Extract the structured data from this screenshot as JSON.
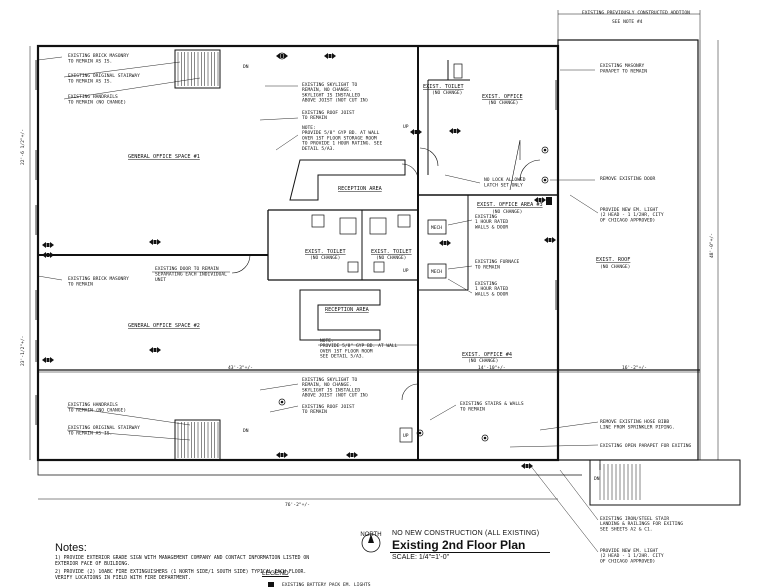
{
  "labels": {
    "addition_title": "EXISTING PREVIOUSLY CONSTRUCTED ADDTION",
    "addition_note": "SEE NOTE #4",
    "brick_masonry_top": [
      "EXISTING BRICK MASONRY",
      "TO REMAIN AS IS."
    ],
    "stairway_top": [
      "EXISTING ORIGINAL STAIRWAY",
      "TO REMAIN AS IS."
    ],
    "handrails_top": [
      "EXISTING HANDRAILS",
      "TO REMAIN (NO CHANGE)"
    ],
    "skylight_top": [
      "EXISTING SKYLIGHT TO",
      "REMAIN, NO CHANGE.",
      "SKYLIGHT IS INSTALLED",
      "ABOVE JOIST (NOT CUT IN)"
    ],
    "roof_joist_top": [
      "EXISTING ROOF JOIST",
      "TO REMAIN"
    ],
    "note_top": [
      "NOTE:",
      "PROVIDE 5/8\" GYP BD. AT WALL",
      "OVER 1ST FLOOR STORAGE ROOM",
      "TO PROVIDE 1 HOUR RATING. SEE",
      "DETAIL 5/A3."
    ],
    "masonry_parapet": [
      "EXISTING MASONRY",
      "PARAPET TO REMAIN"
    ],
    "remove_door": "REMOVE EXISTING DOOR",
    "no_lock": [
      "NO LOCK ALLOWED",
      "LATCH SET ONLY"
    ],
    "one_hour_top": [
      "EXISTING",
      "1 HOUR RATED",
      "WALLS & DOOR"
    ],
    "em_light_top": [
      "PROVIDE NEW EM. LIGHT",
      "(2 HEAD - 1 1/2HR, CITY",
      "OF CHICAGO APPROVED)"
    ],
    "brick_masonry_mid": [
      "EXISTING BRICK MASONRY",
      "TO REMAIN"
    ],
    "door_remain": [
      "EXISTING DOOR TO REMAIN",
      "SEPARATING EACH INDIVIDUAL",
      "UNIT"
    ],
    "furnace": [
      "EXISTING FURNACE",
      "TO REMAIN"
    ],
    "one_hour_mid": [
      "EXISTING",
      "1 HOUR RATED",
      "WALLS & DOOR"
    ],
    "note_mid": [
      "NOTE:",
      "PROVIDE 5/8\" GYP BD. AT WALL",
      "OVER 1ST FLOOR ROOM",
      "SEE DETAIL 5/A3."
    ],
    "skylight_bot": [
      "EXISTING SKYLIGHT TO",
      "REMAIN, NO CHANGE.",
      "SKYLIGHT IS INSTALLED",
      "ABOVE JOIST (NOT CUT IN)"
    ],
    "roof_joist_bot": [
      "EXISTING ROOF JOIST",
      "TO REMAIN"
    ],
    "stairs_walls": [
      "EXISTING STAIRS & WALLS",
      "TO REMAIN"
    ],
    "hose_bibb": [
      "REMOVE EXISTING HOSE BIBB",
      "LINE FROM SPRINKLER PIPING."
    ],
    "open_parapet": "EXISTING OPEN PARAPET FOR EXITING",
    "handrails_bot": [
      "EXISTING HANDRAILS",
      "TO REMAIN (NO CHANGE)"
    ],
    "stairway_bot": [
      "EXISTING ORIGINAL STAIRWAY",
      "TO REMAIN AS IS."
    ],
    "iron_stair": [
      "EXISTING IRON/STEEL STAIR",
      "LANDING & RAILINGS FOR EXITING",
      "SEE SHEETS A2 & C1."
    ],
    "em_light_bot": [
      "PROVIDE NEW EM. LIGHT",
      "(2 HEAD - 1 1/2HR. CITY",
      "OF CHICAGO APPROVED)"
    ]
  },
  "rooms": {
    "office1": "GENERAL OFFICE SPACE #1",
    "office2": "GENERAL OFFICE SPACE #2",
    "reception_top": "RECEPTION AREA",
    "reception_bot": "RECEPTION AREA",
    "toilet_top": "EXIST. TOILET",
    "toilet_top_sub": "(NO CHANGE)",
    "office_top": "EXIST. OFFICE",
    "office_top_sub": "(NO CHANGE)",
    "office_area3": "EXIST. OFFICE AREA #3",
    "office_area3_sub": "(NO CHANGE)",
    "toilet_left": "EXIST. TOILET",
    "toilet_left_sub": "(NO CHANGE)",
    "toilet_right": "EXIST. TOILET",
    "toilet_right_sub": "(NO CHANGE)",
    "mech1": "MECH",
    "mech2": "MECH",
    "roof": "EXIST. ROOF",
    "roof_sub": "(NO CHANGE)",
    "office4": "EXIST. OFFICE #4",
    "office4_sub": "(NO CHANGE)"
  },
  "tags": {
    "up_top": "UP",
    "up_mid": "UP",
    "up_bot": "UP",
    "dn_top": "DN",
    "dn_bot": "DN",
    "dn_ext": "DN"
  },
  "dimensions": {
    "left_top": "22'-6 1/2\"+/-",
    "left_bot": "23'-1/2\"+/-",
    "right": "48'-0\"+/-",
    "mid_a": "43'-3\"+/-",
    "mid_b": "14'-10\"+/-",
    "mid_c": "16'-2\"+/-",
    "bottom": "76'-2\"+/-"
  },
  "title_block": {
    "north": "NORTH",
    "no_new": "NO NEW CONSTRUCTION (ALL EXISTING)",
    "title": "Existing 2nd Floor Plan",
    "scale": "SCALE: 1/4\"=1'-0\""
  },
  "notes": {
    "heading": "Notes:",
    "n1": "1) PROVIDE EXTERIOR GRADE SIGN WITH MANAGEMENT COMPANY AND CONTACT INFORMATION LISTED ON EXTERIOR FACE OF BUILDING.",
    "n2": "2) PROVIDE (2) 10ABC FIRE EXTINGUISHERS (1 NORTH SIDE/1 SOUTH SIDE) TYPICAL EACH FLOOR. VERIFY LOCATIONS IN FIELD WITH FIRE DEPARTMENT."
  },
  "legend": {
    "heading": "LEGEND",
    "battery": "EXISTING BATTERY PACK EM. LIGHTS"
  }
}
